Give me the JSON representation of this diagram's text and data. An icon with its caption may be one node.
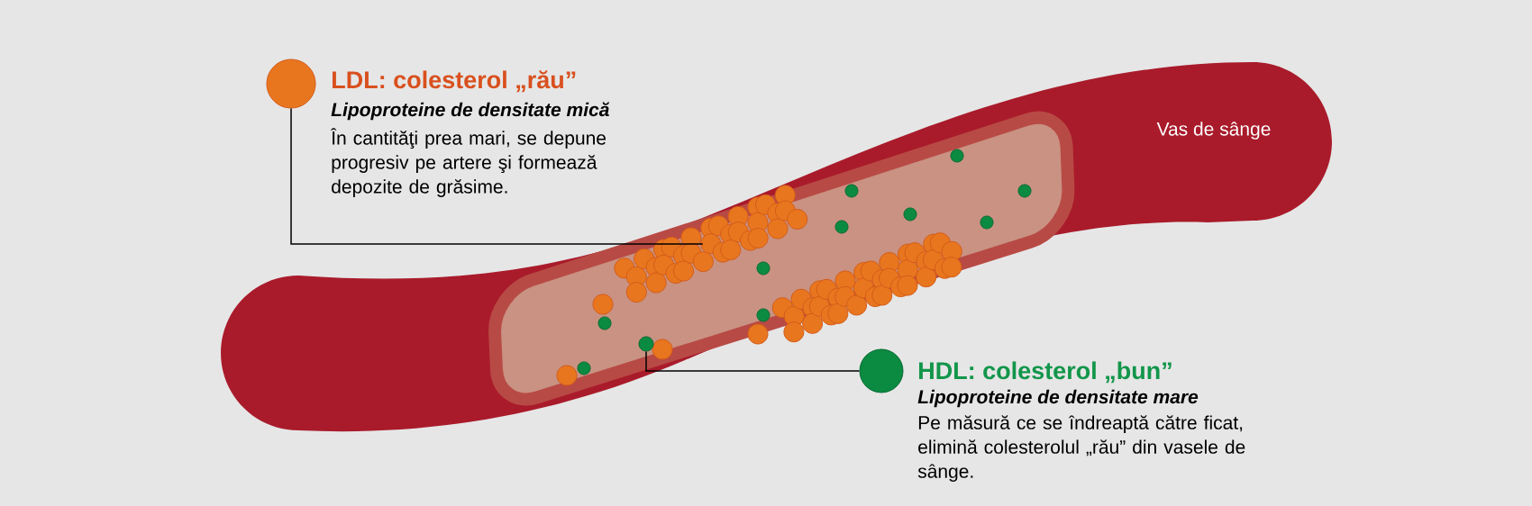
{
  "diagram": {
    "nodes": [
      {
        "text": [
          "LDL: colesterol „rău”",
          "Lipoproteine de densitate mică",
          "În cantităţi prea mari, se depune progresiv pe artere şi formează depozite de grăsime."
        ]
      },
      {
        "text": [],
        "shape": "picture"
      },
      {
        "text": [
          "HDL: colesterol „bun”",
          "Lipoproteine de densitate mare",
          "Pe măsură ce se îndreaptă către ficat, elimină colesterolul „rău” din vasele de sânge."
        ]
      },
      {
        "text": [],
        "shape": "circle"
      }
    ],
    "edges": [
      {
        "from": 0,
        "to": 1,
        "arrow": "none"
      },
      {
        "from": 2,
        "to": 3,
        "arrow": "none"
      }
    ],
    "labels": [
      "Vas de sânge"
    ]
  }
}
